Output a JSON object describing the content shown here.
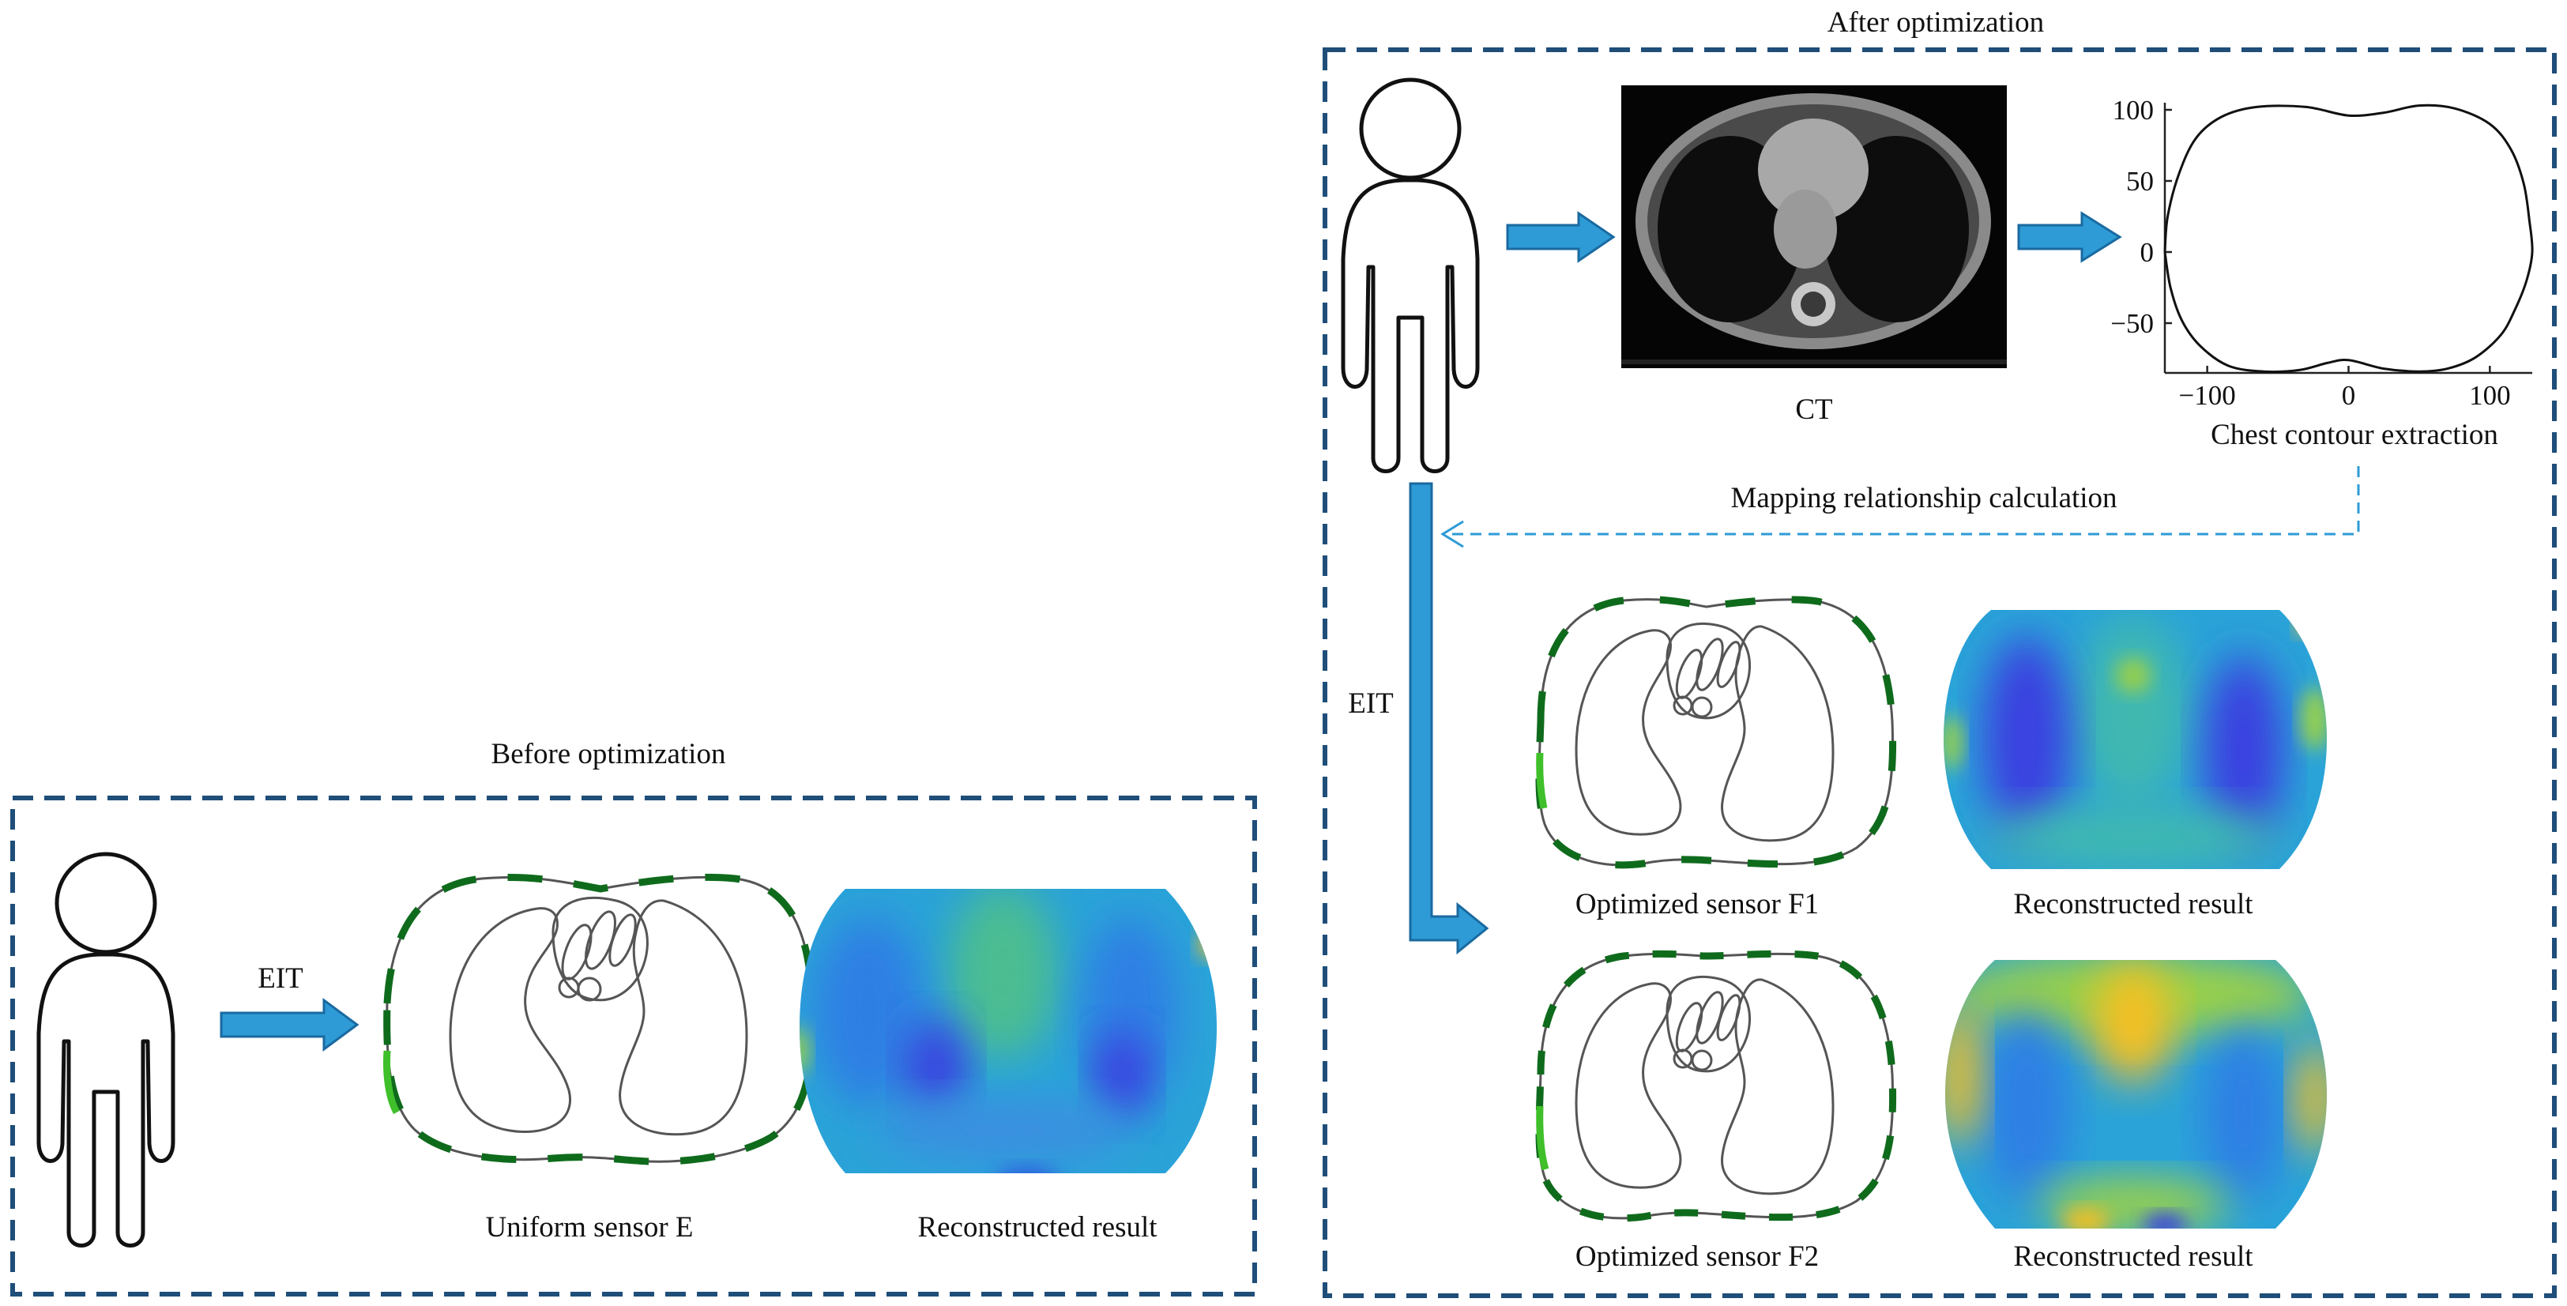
{
  "colors": {
    "frame": "#1f4e79",
    "arrow": "#2e9bd6",
    "arrow_edge": "#1a6aa0",
    "dashed_link": "#2e9bd6",
    "electrode_dark": "#0f6b1c",
    "electrode_light": "#3fbf2a",
    "map_low": "#3a3fe0",
    "map_mid": "#2aa6e0",
    "map_high": "#f5c021"
  },
  "icons": {
    "person": "person-outline-icon",
    "arrow": "right-arrow-icon",
    "ct": "ct-slice-image",
    "sensor": "chest-sensor-diagram",
    "reconstruction": "eit-reconstruction-map"
  },
  "before": {
    "title": "Before optimization",
    "eit_label": "EIT",
    "sensor_caption": "Uniform sensor E",
    "result_caption": "Reconstructed result"
  },
  "after": {
    "title": "After optimization",
    "ct_caption": "CT",
    "contour_caption": "Chest contour extraction",
    "mapping_label": "Mapping relationship calculation",
    "eit_label": "EIT",
    "sensor_f1_caption": "Optimized sensor F1",
    "result_f1_caption": "Reconstructed result",
    "sensor_f2_caption": "Optimized sensor F2",
    "result_f2_caption": "Reconstructed result"
  },
  "chart_data": {
    "type": "line",
    "title": "",
    "xlabel": "",
    "ylabel": "",
    "xlim": [
      -130,
      130
    ],
    "ylim": [
      -85,
      105
    ],
    "xticks": [
      -100,
      0,
      100
    ],
    "yticks": [
      -50,
      0,
      50,
      100
    ],
    "grid": false,
    "series": [
      {
        "name": "",
        "x": [
          -130,
          -128,
          -120,
          -108,
          -90,
          -65,
          -30,
          0,
          25,
          50,
          75,
          100,
          115,
          124,
          128,
          130,
          126,
          118,
          108,
          90,
          70,
          50,
          25,
          0,
          -15,
          -35,
          -60,
          -85,
          -105,
          -118,
          -126,
          -130
        ],
        "y": [
          0,
          25,
          55,
          80,
          95,
          102,
          102,
          96,
          98,
          103,
          101,
          90,
          72,
          48,
          22,
          0,
          -20,
          -40,
          -58,
          -74,
          -82,
          -84,
          -82,
          -76,
          -78,
          -83,
          -84,
          -80,
          -66,
          -48,
          -25,
          0
        ]
      }
    ]
  }
}
